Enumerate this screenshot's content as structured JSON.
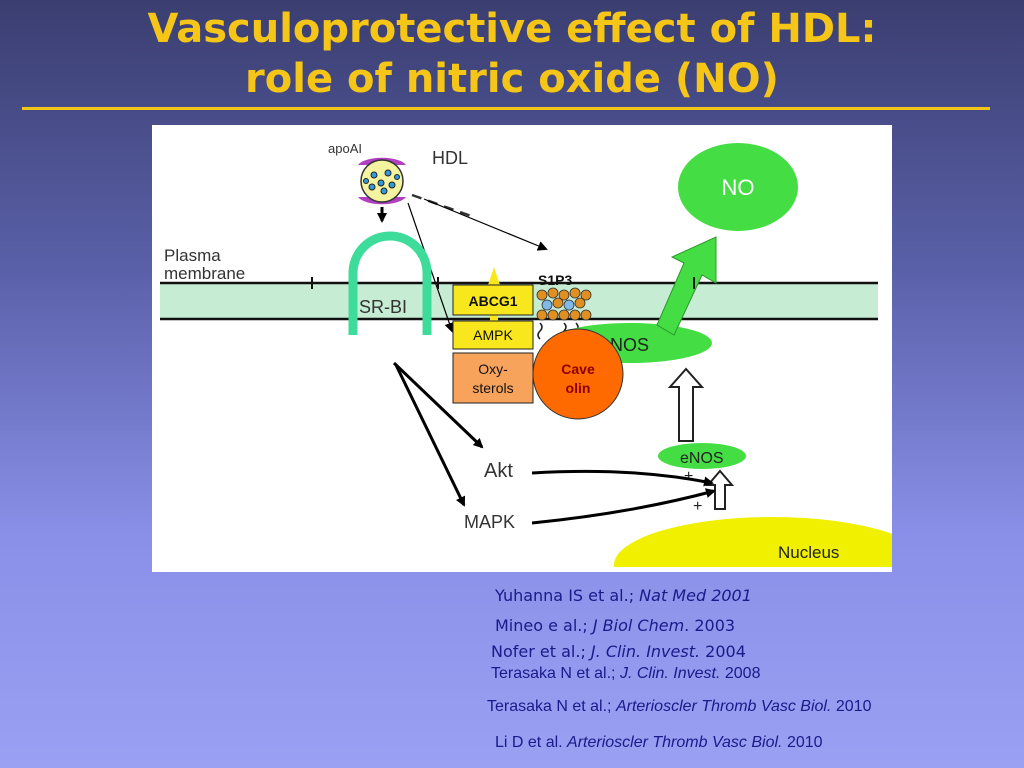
{
  "title": {
    "line1": "Vasculoprotective effect of HDL:",
    "line2": "role of nitric oxide (NO)"
  },
  "diagram": {
    "apoai": "apoAI",
    "hdl": "HDL",
    "plasma1": "Plasma",
    "plasma2": "membrane",
    "srbi": "SR-BI",
    "s1p3": "S1P3",
    "abcg1": "ABCG1",
    "ampk": "AMPK",
    "oxy1": "Oxy-",
    "oxy2": "sterols",
    "cave1": "Cave",
    "cave2": "olin",
    "enos_top": "eNOS",
    "enos_bottom": "eNOS",
    "no": "NO",
    "akt": "Akt",
    "mapk": "MAPK",
    "plus1": "+",
    "plus2": "+",
    "nucleus": "Nucleus",
    "colors": {
      "membrane": "#c6ecd4",
      "green": "#44dd44",
      "srbi": "#3ddc9a",
      "yellow_box": "#f8e71c",
      "orange_box": "#f7a35c",
      "caveolin": "#ff6a00",
      "nucleus": "#f0f000"
    }
  },
  "references": [
    {
      "authors": "Yuhanna IS et al.; ",
      "journal": "Nat Med 2001",
      "year": ""
    },
    {
      "authors": "Mineo e al.; ",
      "journal": "J Biol Chem",
      "year": ". 2003"
    },
    {
      "authors": "Nofer et al.; ",
      "journal": "J. Clin. Invest.",
      "year": " 2004"
    },
    {
      "authors": "Terasaka N et al.; ",
      "journal": "J. Clin. Invest.",
      "year": " 2008"
    },
    {
      "authors": "Terasaka N et al.;  ",
      "journal": "Arterioscler Thromb Vasc Biol.",
      "year": " 2010"
    },
    {
      "authors": "Li D et al. ",
      "journal": "Arterioscler Thromb Vasc Biol.",
      "year": " 2010"
    }
  ]
}
